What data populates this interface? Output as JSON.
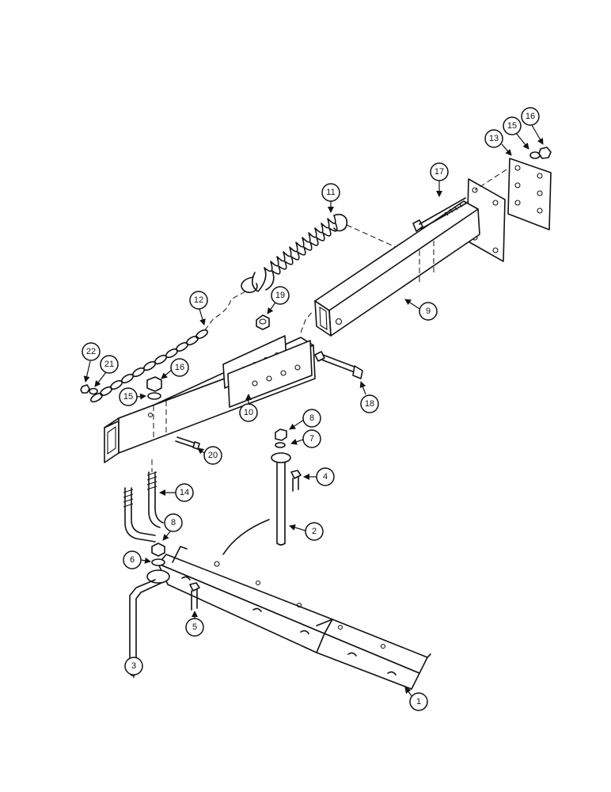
{
  "callouts": [
    {
      "id": "c1",
      "label": "1"
    },
    {
      "id": "c2",
      "label": "2"
    },
    {
      "id": "c3",
      "label": "3"
    },
    {
      "id": "c4",
      "label": "4"
    },
    {
      "id": "c5",
      "label": "5"
    },
    {
      "id": "c6",
      "label": "6"
    },
    {
      "id": "c7",
      "label": "7"
    },
    {
      "id": "c8a",
      "label": "8"
    },
    {
      "id": "c8b",
      "label": "8"
    },
    {
      "id": "c9",
      "label": "9"
    },
    {
      "id": "c10",
      "label": "10"
    },
    {
      "id": "c11",
      "label": "11"
    },
    {
      "id": "c12",
      "label": "12"
    },
    {
      "id": "c13",
      "label": "13"
    },
    {
      "id": "c14",
      "label": "14"
    },
    {
      "id": "c15a",
      "label": "15"
    },
    {
      "id": "c15b",
      "label": "15"
    },
    {
      "id": "c16a",
      "label": "16"
    },
    {
      "id": "c16b",
      "label": "16"
    },
    {
      "id": "c17",
      "label": "17"
    },
    {
      "id": "c18",
      "label": "18"
    },
    {
      "id": "c19",
      "label": "19"
    },
    {
      "id": "c20",
      "label": "20"
    },
    {
      "id": "c21",
      "label": "21"
    },
    {
      "id": "c22",
      "label": "22"
    }
  ]
}
